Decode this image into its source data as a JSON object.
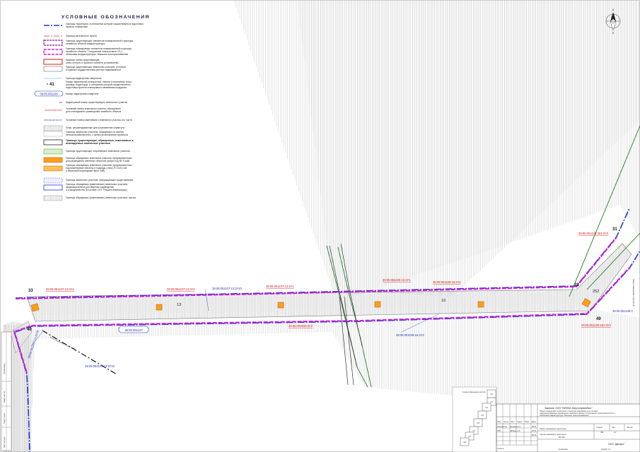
{
  "legend": {
    "title": "УСЛОВНЫЕ ОБОЗНАЧЕНИЯ",
    "items": [
      [
        "Границы территории, в отношении которой осуществляется подготовка",
        "проекта планировки"
      ],
      [
        "Граница населенного пункта"
      ],
      [
        "Границы существующих элементов планировочной структуры",
        "линейного объекта инфраструктуры"
      ],
      [
        "Границы планируемых элементов планировочной структуры -",
        "линейного объекта \"Сооружение электросвязи СЛ-1",
        "объектами инфраструктуры. Внешнее электроснабжение"
      ],
      [
        "Красные линии существующие",
        "(зона отступа от красных линий не установлена)"
      ],
      [
        "Границы существующих земельных участков, учтенных",
        "в Едином государственном реестре недвижимости"
      ],
      [
        "Границы кадастровых кварталов"
      ],
      [
        "Номер характерной (поворотной, начала и окончания) точки",
        "границы территории, в отношении которой осуществляется",
        "подготовка проекта планировки и межевания координат"
      ],
      [
        "Номер кадастрового квартала"
      ],
      [
        "Кадастровый номер существующего земельного участка"
      ],
      [
        "Условный номер земельного участка, образуемого",
        "для планируемого размещения линейного объекта"
      ],
      [
        "Условный номер изменяемого земельного участка, его части"
      ],
      [
        "Зоны, рекомендованные для установления сервитута"
      ],
      [
        "Границы земельных участков, образуемых на землях",
        "сельскохозяйственного, с целью установления сервитута"
      ],
      [
        "Границы существующих, образуемых, изменяемых в",
        "планируемых земельных участков"
      ],
      [
        "Границы существующих сохраняемых земельных участков"
      ],
      [
        "Границы образуемых земельных участков, предназначенных",
        "для размещения линейных объектов (опоры под ВЛ 0,4кВ)"
      ],
      [
        "Границы образуемых земельных участков, предназначенных",
        "под инженерные объекты и подходы к ним (ТП 10/0,4 кВ",
        "и береговой переходный пункт ЗАВ)"
      ],
      [
        "Границы земельных участков, прекращающих существование"
      ],
      [
        "Границы образуемых (изменяемых) земельных участков,",
        "предназначенных для ведения садоводства",
        "и огородничества (в составе СНТ \"Рощино-Калиниград\")"
      ],
      [
        "Границы образуемых (изменяемых) земельных участков, прочих"
      ]
    ],
    "sample_point": "41",
    "sample_quarter": "39:05:051108",
    "sample_parcel": "215",
    "sample_red": "39:05:051108:15:3У1",
    "sample_blue": "39:05:051108:315:3У1"
  },
  "compass": {
    "north": "N",
    "south": "S"
  },
  "map": {
    "quarter_label": "39:05:051107",
    "points": [
      "33",
      "40",
      "32",
      "31",
      "49"
    ],
    "parcel_numbers": [
      "13",
      "16",
      "252"
    ],
    "red_labels": [
      "39:05:051107:13:3У3",
      "39:05:051107:13:3У2",
      "39:05:051107:13:3У1",
      "39:05:051109:16:3У1",
      "39:05:051109:16:3У2",
      "39:05:051109:252:3У3",
      "39:05:000000:3У2",
      "39:05:051109:252:3У4"
    ],
    "blue_labels": [
      "39:05:051107:13:3У10",
      "39:05:051107:13:3У10",
      "39:05:051108:16:3У3",
      "39:05:051107:13:3У10",
      "39:05:051109:2"
    ],
    "line_label": "Линия совмещения с листом 1/8",
    "line_label_right": "Линия совмещения с листом 3/5"
  },
  "scheme": {
    "title": "Схема совмещения листов",
    "sheets": [
      "1/1",
      "1/2",
      "1/3",
      "1/4",
      "1/5",
      "1/6",
      "1/7",
      "1/8"
    ]
  },
  "stamp": {
    "customer": "Заказчик: ООО \"НИОБИ-Энергосервисбикс\"",
    "project": "Проект планировки территории с проектом межевания в ее составе, предусматривающие размещение линейного объекта \"Сооружение электросвязи СЛ-1 с объектами инфраструктуры. Внешнее электроснабжение\"",
    "stage": "Проект межевания территории.",
    "drawing": "Чертеж межевания территории",
    "scale": "М1:500",
    "sheet_info": [
      "Стадия",
      "Лист",
      "Листов"
    ],
    "sheet_values": [
      "ПМ",
      "1/7",
      ""
    ],
    "company": "ООО \"Дмсаргс\"",
    "cols": [
      "Изм.",
      "Кол.уч",
      "Лист",
      "№док",
      "Подп.",
      "Дата"
    ],
    "roles": [
      "Разработал",
      "ГИП",
      "Н.контр."
    ],
    "names": [
      "Ефименко А.",
      "Шибарь А.Л."
    ],
    "dates": [
      "05.21",
      "05.21",
      "05.21"
    ],
    "footer": [
      "Копировал",
      "Формат A1"
    ],
    "side": [
      "Согласовано",
      "Взам. инв. №",
      "Подп. и дата",
      "Инв. № подл."
    ]
  }
}
